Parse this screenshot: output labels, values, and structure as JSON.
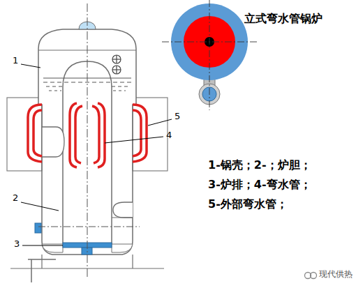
{
  "diagram": {
    "title": "立式弯水管锅炉",
    "labels": [
      "1",
      "2",
      "3",
      "4",
      "5",
      "1-锅壳；2-；炉胆；",
      "3-炉排；4-弯水管；",
      "5-外部弯水管；",
      "现代供热"
    ]
  }
}
